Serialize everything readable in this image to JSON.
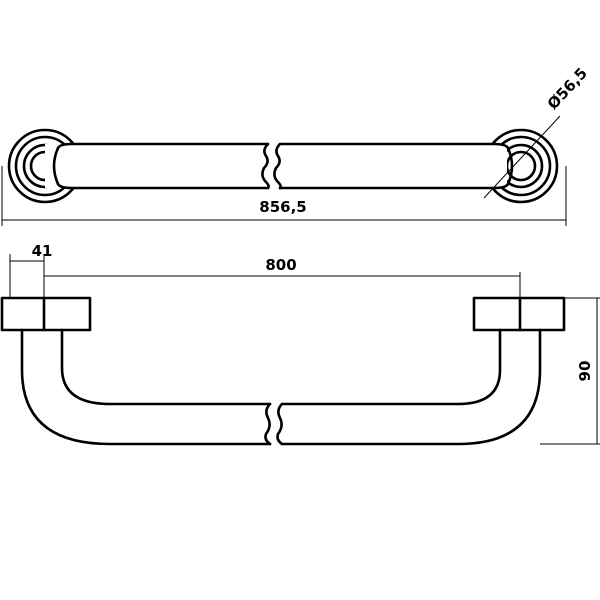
{
  "dimensions": {
    "flange_diameter": "Ø56,5",
    "overall_length": "856,5",
    "flange_offset": "41",
    "center_distance": "800",
    "projection": "90"
  }
}
